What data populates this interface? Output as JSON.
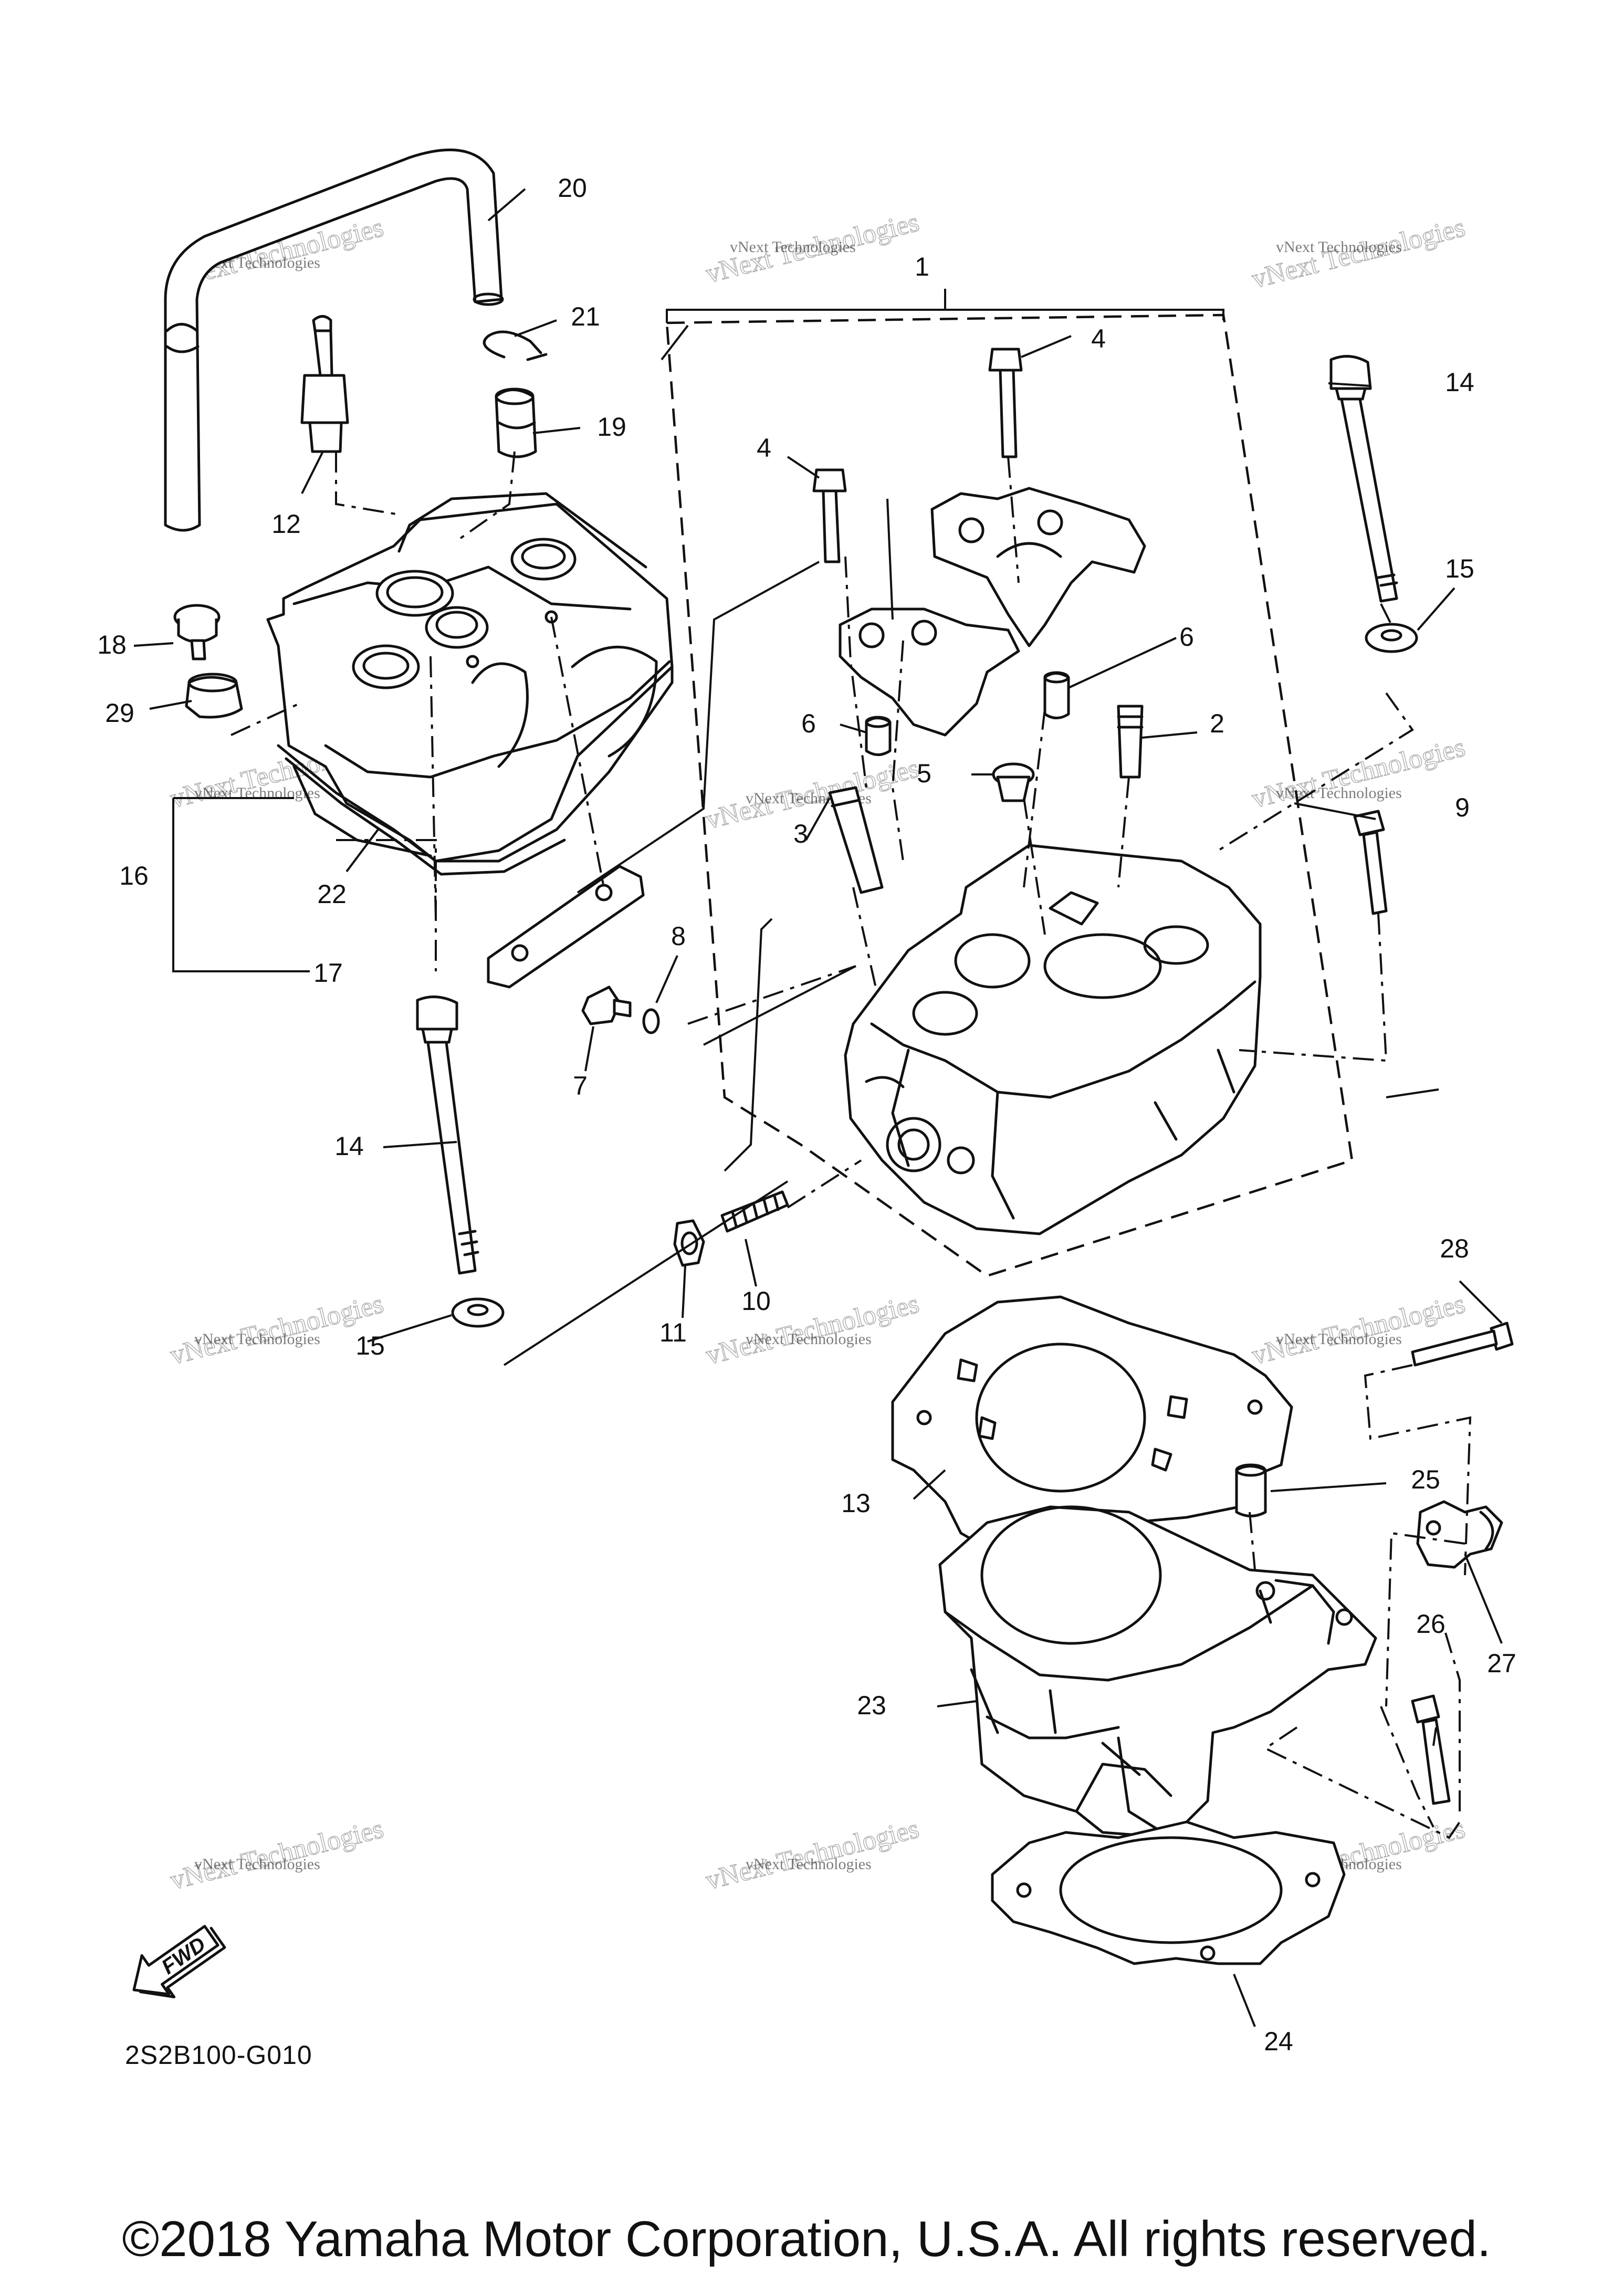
{
  "diagram": {
    "code": "2S2B100-G010",
    "copyright": "©2018 Yamaha Motor Corporation, U.S.A. All rights reserved.",
    "fwd_label": "FWD",
    "watermark": {
      "line1": "vNext Technologies",
      "big": "vNext Technologies"
    },
    "callouts": [
      "1",
      "2",
      "3",
      "4",
      "4",
      "5",
      "6",
      "6",
      "7",
      "8",
      "9",
      "10",
      "11",
      "12",
      "13",
      "14",
      "14",
      "15",
      "15",
      "16",
      "17",
      "18",
      "19",
      "20",
      "21",
      "22",
      "23",
      "24",
      "25",
      "26",
      "27",
      "28",
      "29"
    ]
  }
}
